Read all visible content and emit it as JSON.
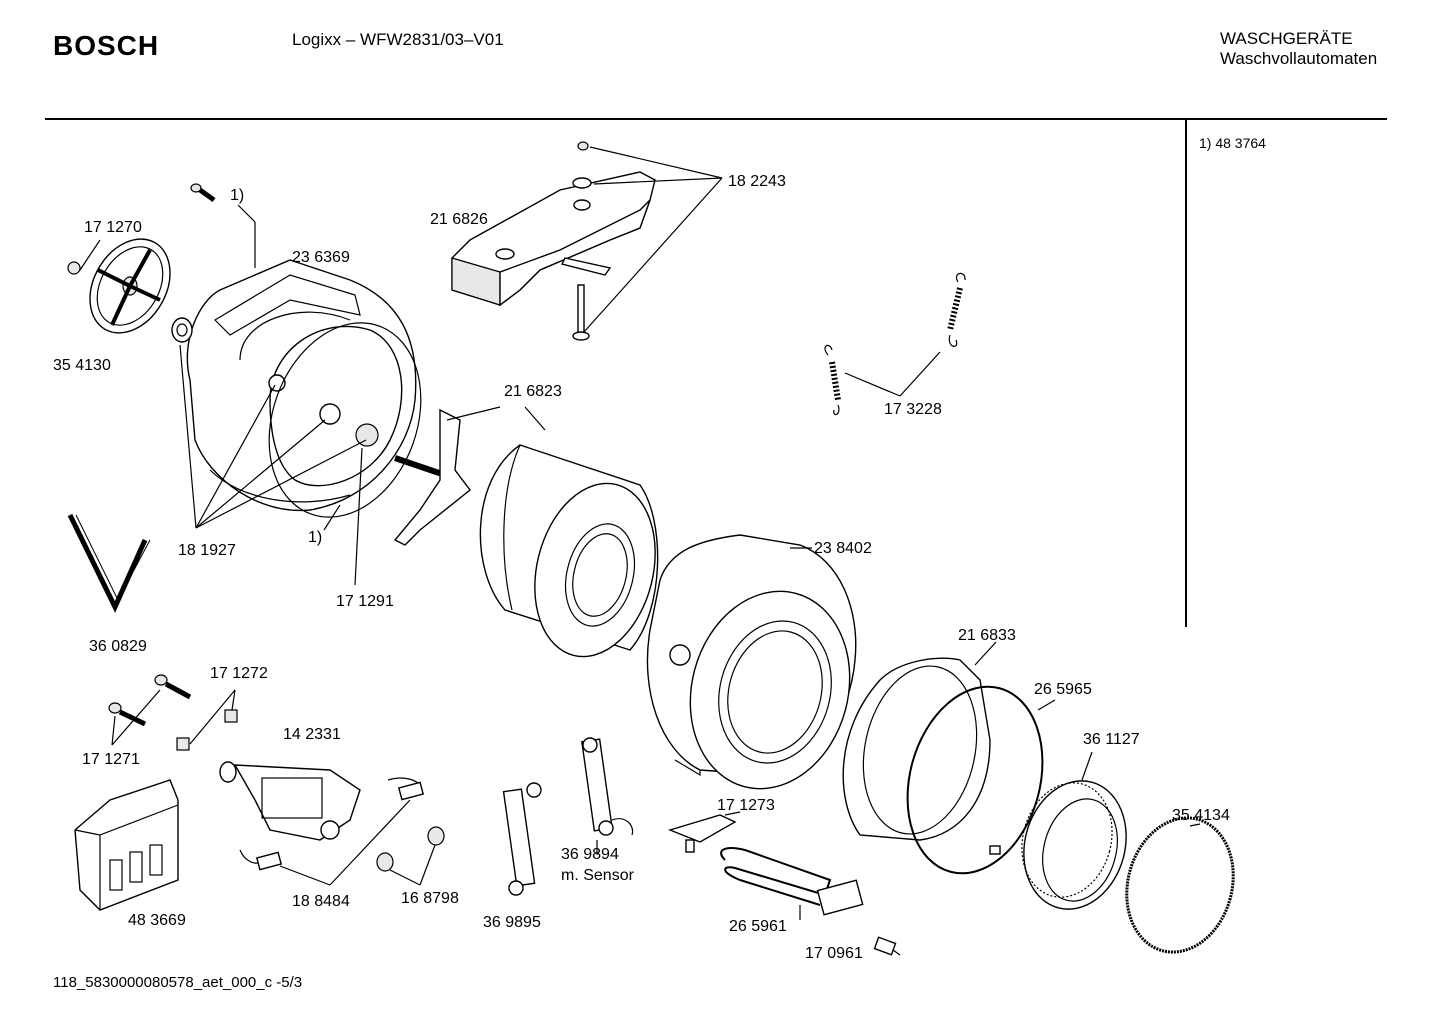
{
  "header": {
    "brand": "BOSCH",
    "model": "Logixx – WFW2831/03–V01",
    "category_line1": "WASCHGERÄTE",
    "category_line2": "Waschvollautomaten"
  },
  "side_note": "1) 48 3764",
  "footer": "118_5830000080578_aet_000_c -5/3",
  "labels": {
    "p182243": "18 2243",
    "p216826": "21 6826",
    "p171270": "17 1270",
    "note1a": "1)",
    "p236369": "23 6369",
    "p354130": "35 4130",
    "p216823": "21  6823",
    "p173228": "17 3228",
    "p181927": "18 1927",
    "note1b": "1)",
    "p171291": "17 1291",
    "p238402": "23 8402",
    "p360829": "36 0829",
    "p216833": "21 6833",
    "p171272": "17 1272",
    "p265965": "26 5965",
    "p142331": "14  2331",
    "p361127": "36 1127",
    "p171271": "17 1271",
    "p171273": "17 1273",
    "p354134": "35 4134",
    "p369894": "36 9894",
    "p369894b": "m. Sensor",
    "p483669": "48 3669",
    "p188484": "18 8484",
    "p168798": "16 8798",
    "p369895": "36 9895",
    "p265961": "26 5961",
    "p170961": "17 0961"
  }
}
